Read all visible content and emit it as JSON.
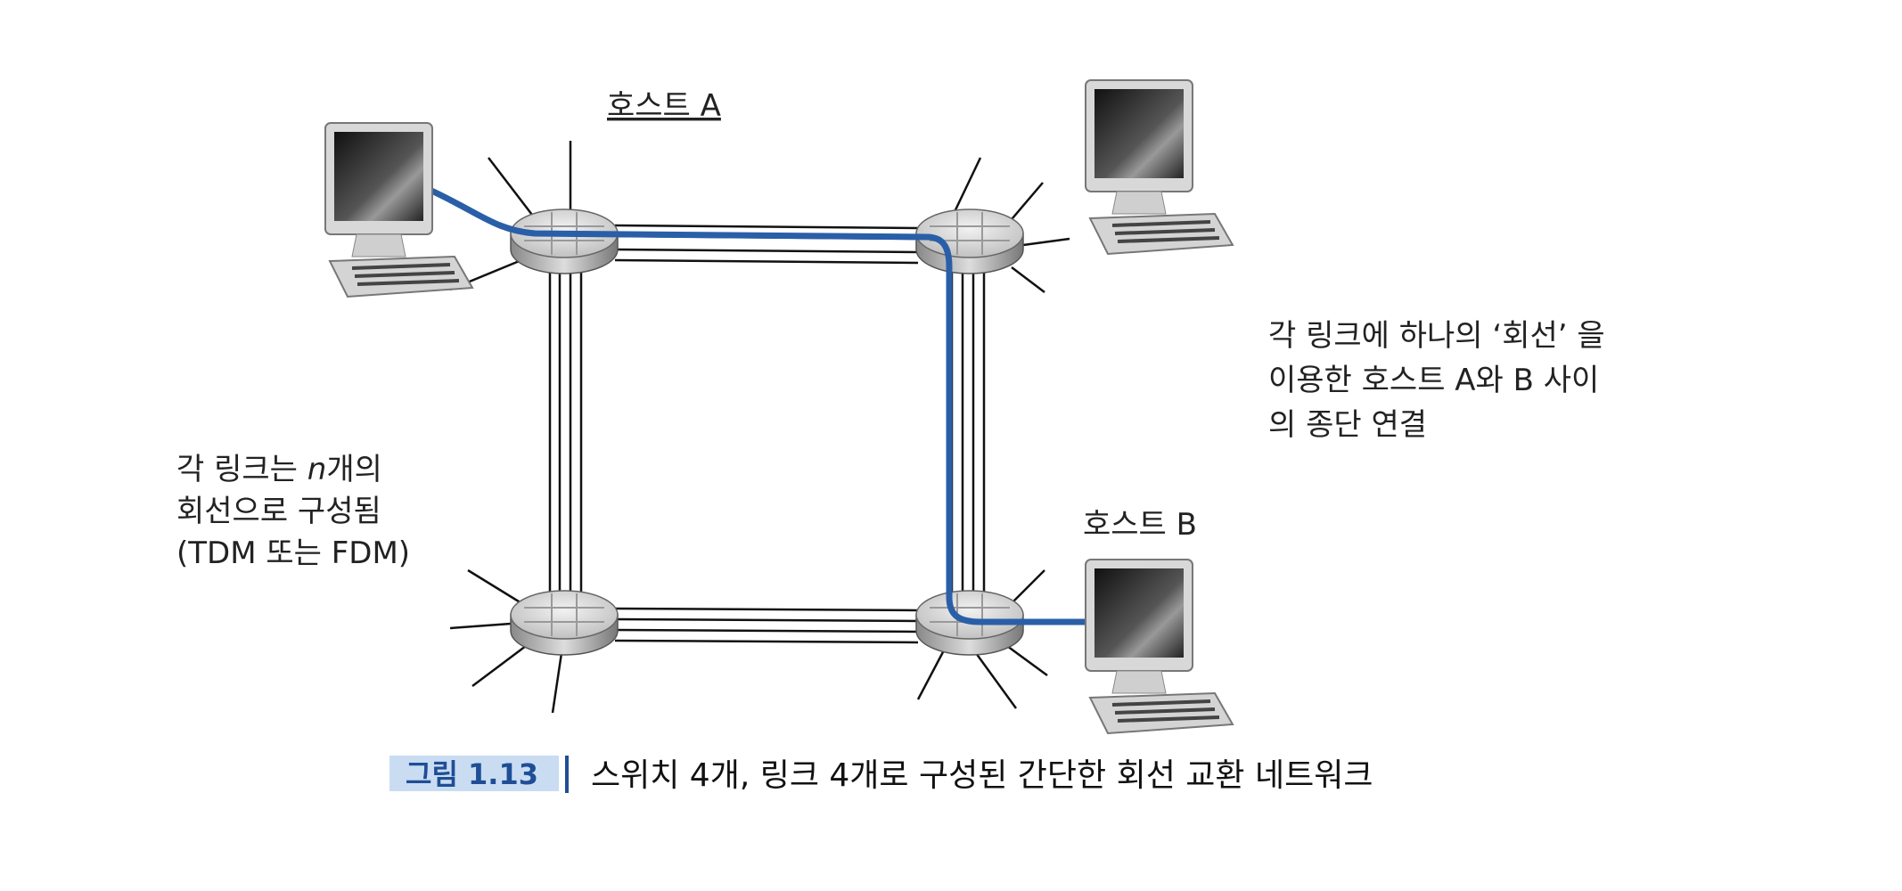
{
  "labels": {
    "host_a": "호스트 A",
    "host_b": "호스트 B",
    "left_note": [
      "각 링크는 ",
      "n",
      "개의",
      "회선으로 구성됨",
      "(TDM 또는 FDM)"
    ],
    "right_note": [
      "각 링크에 하나의 ‘회선’ 을",
      "이용한 호스트 A와 B 사이",
      "의 종단 연결"
    ]
  },
  "caption": {
    "figure_label": "그림 1.13",
    "text": "스위치 4개, 링크 4개로 구성된 간단한 회선 교환 네트워크"
  },
  "colors": {
    "circuit": "#2a5fa8",
    "caption_box": "#c9dcf2",
    "caption_label": "#1f4e96"
  }
}
